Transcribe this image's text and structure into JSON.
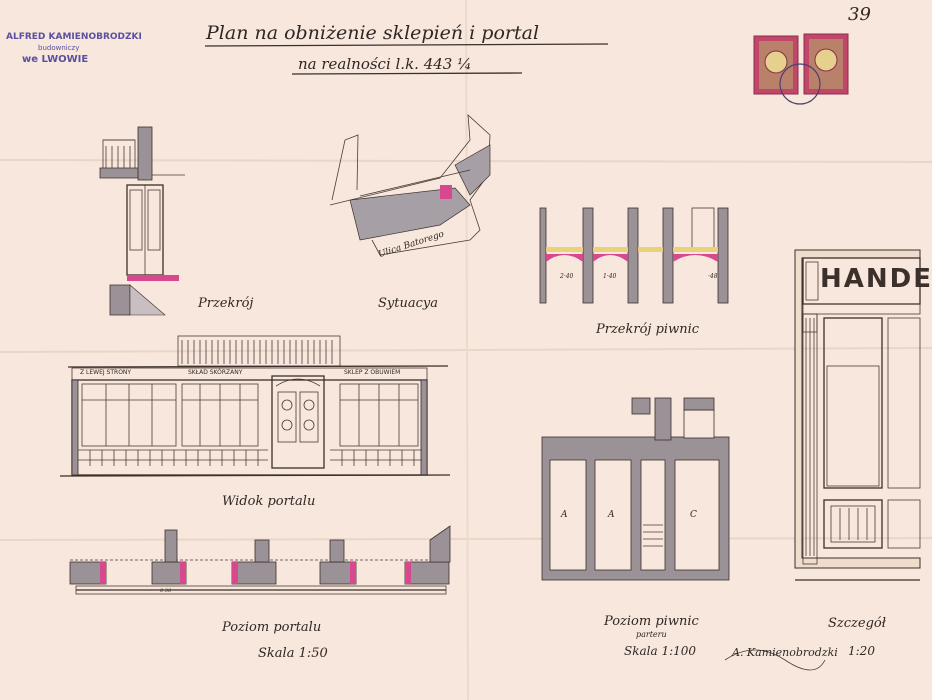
{
  "document": {
    "title": "Plan na obniżenie sklepień i portal",
    "subtitle": "na realności l.k. 443 ¼",
    "sheet_number": "39"
  },
  "stamp": {
    "line1": "ALFRED KAMIENOBRODZKI",
    "line2": "budowniczy",
    "line3": "we LWOWIE"
  },
  "labels": {
    "przekroj": "Przekrój",
    "sytuacya": "Sytuacya",
    "przekroj_piwnic": "Przekrój piwnic",
    "widok_portalu": "Widok portalu",
    "poziom_portalu": "Poziom portalu",
    "skala_portalu": "Skala 1:50",
    "poziom_piwnic": "Poziom piwnic",
    "poziom_piwnic_sub": "parteru",
    "skala_piwnic": "Skala 1:100",
    "szczegol": "Szczegół",
    "skala_szczegolu": "1:20",
    "street": "Ulica Batorego",
    "signature": "A. Kamienobrodzki"
  },
  "signs": {
    "portal_left": "Z LEWEJ STRONY",
    "portal_middle": "SKŁAD SKÓRZANY",
    "portal_right": "SKLEP Z OBUWIEM",
    "detail_sign": "HANDE"
  },
  "cellar_rooms": {
    "a1": "A",
    "a2": "A",
    "c": "C"
  },
  "cellar_section_marks": [
    "2·40",
    "1·40",
    "·48"
  ],
  "portal_plan_mark": "0·30",
  "colors": {
    "paper": "#f7e7dc",
    "ink": "#3b302b",
    "wall_grey": "#9b9297",
    "accent_pink": "#d8488f",
    "stamp_violet": "#5a4fa0",
    "revenue_stamp": "#c0466a"
  }
}
